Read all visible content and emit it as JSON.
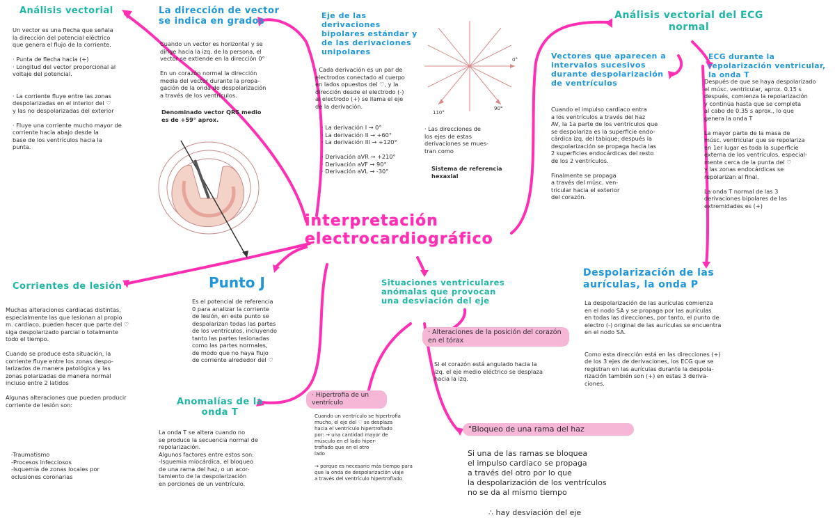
{
  "center_title": "interpretación electrocardiográfico",
  "colors": {
    "accent": "#ff2fb4",
    "teal": "#1fb5a6",
    "blue": "#1f96d8",
    "pill": "#f6b6d6"
  },
  "analisis": {
    "title": "Análisis vectorial",
    "body": "Un vector es una flecha que señala\nla dirección del potencial eléctrico\nque genera el flujo de la corriente.\n\n· Punta de flecha hacia (+)\n· Longitud del vector proporcional al\n  voltaje del potencial.\n\n\n· La corriente fluye entre las zonas\n  despolarizadas en el interior del ♡\n  y las no despolarizadas del exterior\n\n· Fluye una corriente mucho mayor de\n  corriente hacia abajo desde la\n  base de los ventrículos hacia la\n  punta."
  },
  "direccion": {
    "title": "La dirección de vector se indica en grados",
    "body": "Cuando un vector es horizontal y se\ndirige hacia la izq. de la persona, el\nvector se extiende en la dirección 0°\n\nEn un corazón normal la dirección\nmedia del vector durante la propa-\ngación de la onda de despolarización\na través de los ventrículos.",
    "emphasis": "Denominado vector QRS medio\nes de +59° aprox."
  },
  "eje": {
    "title": "Eje de las derivaciones bipolares estándar y de las derivaciones unipolares",
    "body": "· Cada derivación es un par de\n  electrodos conectado al cuerpo\n  en lados opuestos del ♡, y la\n  dirección desde el electrodo (-)\n  al electrodo (+) se llama el eje\n  de la derivación.",
    "list": "· La derivación I → 0°\n· La derivación II → +60°\n· La derivación III → +120°\n\n· Derivación aVR → +210°\n· Derivación aVF → 90°\n· Derivación aVL → -30°"
  },
  "hexaxial": {
    "labels": [
      "0°",
      "110°",
      "90°"
    ],
    "body": "· Las direcciones de\n  los ejes de estas\n  derivaciones se mues-\n  tran como",
    "emphasis": "Sistema de referencia\nhexaxial"
  },
  "analisis_ecg": {
    "title": "Análisis vectorial del ECG normal"
  },
  "vectores": {
    "title": "Vectores que aparecen a intervalos sucesivos durante despolarización de ventrículos",
    "body": "Cuando el impulso cardiaco entra\na los ventrículos a través del haz\nAV, la 1a parte de los ventrículos que\nse despolariza es la superficie endo-\ncárdica izq. del tabique; después la\ndespolarización se propaga hacia las\n2 superficies endocárdicas del resto\nde los 2 ventrículos.\n\nFinalmente se propaga\na través del músc. ven-\ntricular hacia el exterior\ndel corazón."
  },
  "ecg_repol": {
    "title": "ECG durante la repolarización ventricular, la onda T",
    "body": "Después de que se haya despolarizado\nel músc. ventricular, aprox. 0.15 s\ndespués, comienza la repolarización\ny continúa hasta que se completa\nal cabo de 0.35 s aprox., lo que\ngenera la onda T\n\nLa mayor parte de la masa de\nmúsc. ventricular que se repolariza\nen 1er lugar es toda la superficie\nexterna de los ventrículos, especial-\nmente cerca de la punta del ♡\ny las zonas endocárdicas se\nrepolarizan al final.\n\nLa onda T normal de las 3\nderivaciones bipolares de las\nextremidades es (+)"
  },
  "despol": {
    "title": "Despolarización de las aurículas, la onda P",
    "body": "La despolarización de las aurículas comienza\nen el nodo SA y se propaga por las aurículas\nen todas las direcciones, por tanto, el punto de\nelectro (-) original de las aurículas se encuentra\nen el nodo SA.\n\n\nComo esta dirección está en las direcciones (+)\nde los 3 ejes de derivaciones, los ECG que se\nregistran en las aurículas durante la despola-\nrización también son (+) en estas 3 deriva-\nciones."
  },
  "corrientes": {
    "title": "Corrientes de lesión",
    "body": "Muchas alteraciones cardiacas distintas,\nespecialmente las que lesionan al propio\nm. cardiaco, pueden hacer que parte del ♡\nsiga despolarizado parcial o totalmente\ntodo el tiempo.\n\nCuando se produce esta situación, la\ncorriente fluye entre los zonas despo-\nlarizados de manera patológica y las\nzonas polarizadas de manera normal\nincluso entre 2 latidos\n\nAlgunas alteraciones que pueden producir\ncorriente de lesión son:",
    "list": "-Traumatismo\n-Procesos infecciosos\n-Isquemia de zonas locales por\n oclusiones coronarias"
  },
  "punto_j": {
    "title": "Punto J",
    "body": "Es el potencial de referencia\n0 para analizar la corriente\nde lesión, en este punto se\ndespolarizan todas las partes\nde los ventrículos, incluyendo\ntanto las partes lesionadas\ncomo las partes normales,\nde modo que no haya flujo\nde corriente alrededor del ♡"
  },
  "anomalias": {
    "title": "Anomalías de la onda T",
    "body": "La onda T se altera cuando no\nse produce la secuencia normal de\nrepolarización.\nAlgunos factores entre estos son:\n-Isquemia miocárdica, el bloqueo\nde una rama del haz, o un acor-\ntamiento de la despolarización\nen porciones de un ventrículo."
  },
  "situaciones": {
    "title": "Situaciones ventriculares anómalas que provocan una desviación del eje"
  },
  "alteraciones": {
    "title": "· Alteraciones de la posición del corazón en el tórax",
    "body": "Si el corazón está angulado hacia la\nizq. el eje medio eléctrico se desplaza\nhacia la izq."
  },
  "hipertrofia": {
    "title": "· Hipertrofia de un ventrículo",
    "body": "Cuando un ventrículo se hipertrofia\nmucho, el eje del ♡ se desplaza\nhacia el ventrículo hipertrofiado\npor: → una cantidad mayor de\n       músculo en el lado hiper-\n       trofiado que en el otro\n       lado\n\n→ porque es necesario más tiempo para\n   que la onda de despolarización viaje\n   a través del ventrículo hipertrofiado"
  },
  "bloqueo": {
    "title": "\"Bloqueo de una rama del haz",
    "body": "Si una de las ramas se bloquea\nel impulso cardiaco se propaga\na través del otro por lo que\nla despolarización de los ventrículos\nno se da al mismo tiempo",
    "conclusion": "∴ hay desviación del eje"
  }
}
